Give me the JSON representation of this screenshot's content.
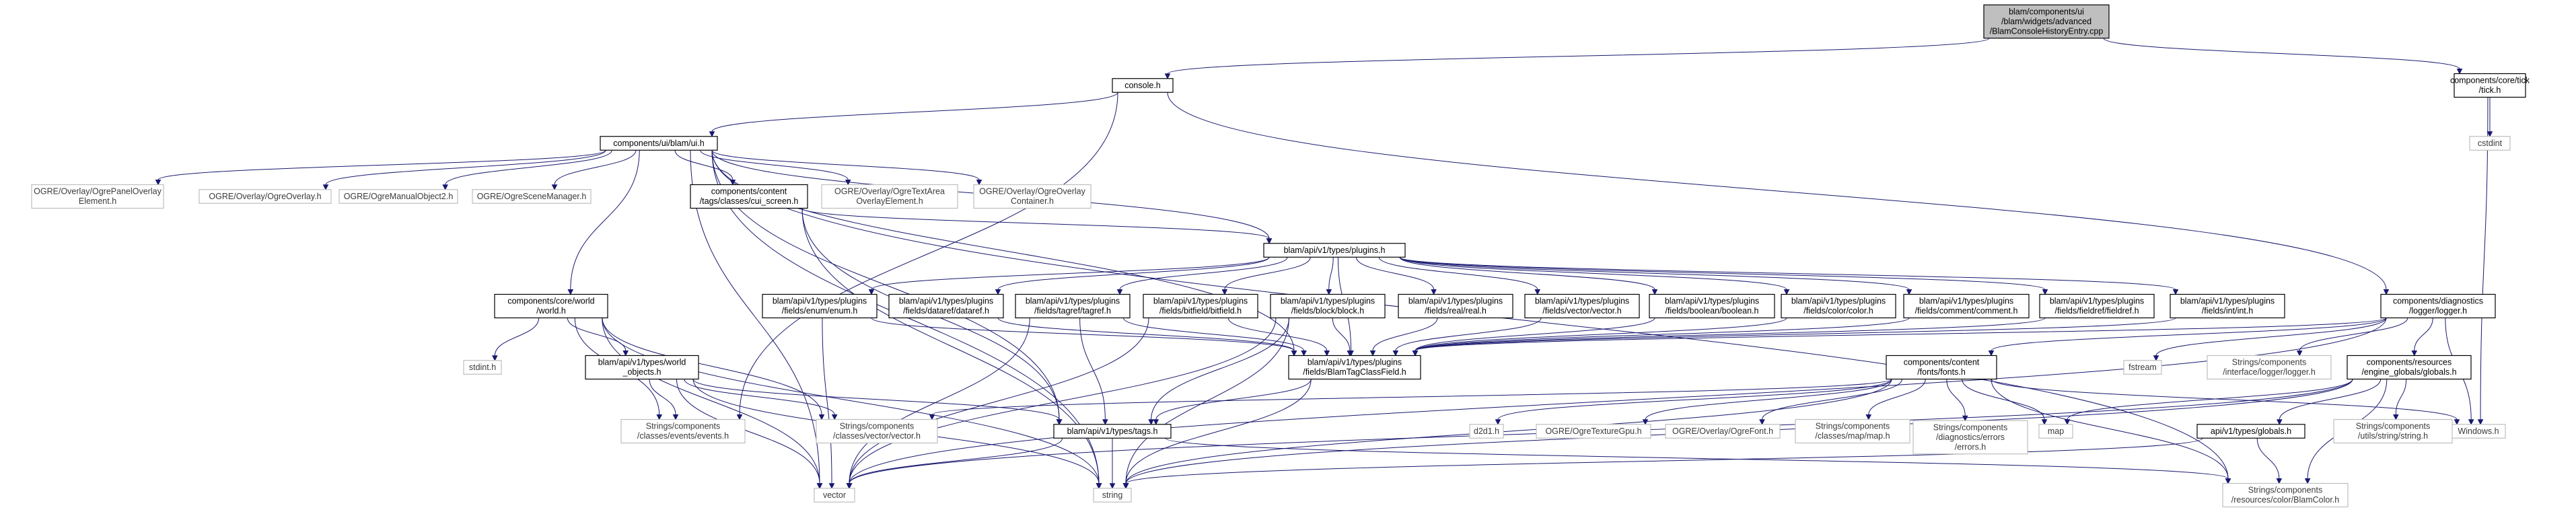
{
  "colors": {
    "edge": "#191970",
    "root_fill": "#bfbfbf",
    "node_border": "#000000",
    "leaf_border": "#bfbfbf"
  },
  "nodes": [
    {
      "id": "root",
      "lines": [
        "blam/components/ui",
        "/blam/widgets/advanced",
        "/BlamConsoleHistoryEntry.cpp"
      ],
      "kind": "root"
    },
    {
      "id": "console",
      "lines": [
        "console.h"
      ],
      "kind": "internal"
    },
    {
      "id": "tick",
      "lines": [
        "components/core/tick",
        "/tick.h"
      ],
      "kind": "internal"
    },
    {
      "id": "cstdint",
      "lines": [
        "cstdint"
      ],
      "kind": "leaf"
    },
    {
      "id": "ui",
      "lines": [
        "components/ui/blam/ui.h"
      ],
      "kind": "internal"
    },
    {
      "id": "panel",
      "lines": [
        "OGRE/Overlay/OgrePanelOverlay",
        "Element.h"
      ],
      "kind": "leaf"
    },
    {
      "id": "overlay",
      "lines": [
        "OGRE/Overlay/OgreOverlay.h"
      ],
      "kind": "leaf"
    },
    {
      "id": "manual",
      "lines": [
        "OGRE/OgreManualObject2.h"
      ],
      "kind": "leaf"
    },
    {
      "id": "scene",
      "lines": [
        "OGRE/OgreSceneManager.h"
      ],
      "kind": "leaf"
    },
    {
      "id": "cui",
      "lines": [
        "components/content",
        "/tags/classes/cui_screen.h"
      ],
      "kind": "internal"
    },
    {
      "id": "textarea",
      "lines": [
        "OGRE/Overlay/OgreTextArea",
        "OverlayElement.h"
      ],
      "kind": "leaf"
    },
    {
      "id": "container",
      "lines": [
        "OGRE/Overlay/OgreOverlay",
        "Container.h"
      ],
      "kind": "leaf"
    },
    {
      "id": "plugins",
      "lines": [
        "blam/api/v1/types/plugins.h"
      ],
      "kind": "internal"
    },
    {
      "id": "world",
      "lines": [
        "components/core/world",
        "/world.h"
      ],
      "kind": "internal"
    },
    {
      "id": "enum",
      "lines": [
        "blam/api/v1/types/plugins",
        "/fields/enum/enum.h"
      ],
      "kind": "internal"
    },
    {
      "id": "dataref",
      "lines": [
        "blam/api/v1/types/plugins",
        "/fields/dataref/dataref.h"
      ],
      "kind": "internal"
    },
    {
      "id": "tagref",
      "lines": [
        "blam/api/v1/types/plugins",
        "/fields/tagref/tagref.h"
      ],
      "kind": "internal"
    },
    {
      "id": "bitfield",
      "lines": [
        "blam/api/v1/types/plugins",
        "/fields/bitfield/bitfield.h"
      ],
      "kind": "internal"
    },
    {
      "id": "block",
      "lines": [
        "blam/api/v1/types/plugins",
        "/fields/block/block.h"
      ],
      "kind": "internal"
    },
    {
      "id": "real",
      "lines": [
        "blam/api/v1/types/plugins",
        "/fields/real/real.h"
      ],
      "kind": "internal"
    },
    {
      "id": "vectorf",
      "lines": [
        "blam/api/v1/types/plugins",
        "/fields/vector/vector.h"
      ],
      "kind": "internal"
    },
    {
      "id": "boolean",
      "lines": [
        "blam/api/v1/types/plugins",
        "/fields/boolean/boolean.h"
      ],
      "kind": "internal"
    },
    {
      "id": "color",
      "lines": [
        "blam/api/v1/types/plugins",
        "/fields/color/color.h"
      ],
      "kind": "internal"
    },
    {
      "id": "comment",
      "lines": [
        "blam/api/v1/types/plugins",
        "/fields/comment/comment.h"
      ],
      "kind": "internal"
    },
    {
      "id": "fieldref",
      "lines": [
        "blam/api/v1/types/plugins",
        "/fields/fieldref/fieldref.h"
      ],
      "kind": "internal"
    },
    {
      "id": "int",
      "lines": [
        "blam/api/v1/types/plugins",
        "/fields/int/int.h"
      ],
      "kind": "internal"
    },
    {
      "id": "logger",
      "lines": [
        "components/diagnostics",
        "/logger/logger.h"
      ],
      "kind": "internal"
    },
    {
      "id": "stdint",
      "lines": [
        "stdint.h"
      ],
      "kind": "leaf"
    },
    {
      "id": "objects",
      "lines": [
        "blam/api/v1/types/world",
        "_objects.h"
      ],
      "kind": "internal"
    },
    {
      "id": "classfield",
      "lines": [
        "blam/api/v1/types/plugins",
        "/fields/BlamTagClassField.h"
      ],
      "kind": "internal"
    },
    {
      "id": "fonts",
      "lines": [
        "components/content",
        "/fonts/fonts.h"
      ],
      "kind": "internal"
    },
    {
      "id": "fstream",
      "lines": [
        "fstream"
      ],
      "kind": "leaf"
    },
    {
      "id": "iflogger",
      "lines": [
        "Strings/components",
        "/interface/logger/logger.h"
      ],
      "kind": "leaf"
    },
    {
      "id": "globals",
      "lines": [
        "components/resources",
        "/engine_globals/globals.h"
      ],
      "kind": "internal"
    },
    {
      "id": "events",
      "lines": [
        "Strings/components",
        "/classes/events/events.h"
      ],
      "kind": "leaf"
    },
    {
      "id": "vectorh",
      "lines": [
        "Strings/components",
        "/classes/vector/vector.h"
      ],
      "kind": "leaf"
    },
    {
      "id": "tags",
      "lines": [
        "blam/api/v1/types/tags.h"
      ],
      "kind": "internal"
    },
    {
      "id": "d2d1",
      "lines": [
        "d2d1.h"
      ],
      "kind": "leaf"
    },
    {
      "id": "texgpu",
      "lines": [
        "OGRE/OgreTextureGpu.h"
      ],
      "kind": "leaf"
    },
    {
      "id": "ogrefont",
      "lines": [
        "OGRE/Overlay/OgreFont.h"
      ],
      "kind": "leaf"
    },
    {
      "id": "maph",
      "lines": [
        "Strings/components",
        "/classes/map/map.h"
      ],
      "kind": "leaf"
    },
    {
      "id": "errors",
      "lines": [
        "Strings/components",
        "/diagnostics/errors",
        "/errors.h"
      ],
      "kind": "leaf"
    },
    {
      "id": "map",
      "lines": [
        "map"
      ],
      "kind": "leaf"
    },
    {
      "id": "windows",
      "lines": [
        "Windows.h"
      ],
      "kind": "leaf"
    },
    {
      "id": "apiglobals",
      "lines": [
        "api/v1/types/globals.h"
      ],
      "kind": "internal"
    },
    {
      "id": "stringh",
      "lines": [
        "Strings/components",
        "/utils/string/string.h"
      ],
      "kind": "leaf"
    },
    {
      "id": "vector",
      "lines": [
        "vector"
      ],
      "kind": "leaf"
    },
    {
      "id": "string",
      "lines": [
        "string"
      ],
      "kind": "leaf"
    },
    {
      "id": "blamcolor",
      "lines": [
        "Strings/components",
        "/resources/color/BlamColor.h"
      ],
      "kind": "leaf"
    }
  ],
  "edges": [
    [
      "root",
      "console"
    ],
    [
      "root",
      "tick"
    ],
    [
      "tick",
      "cstdint"
    ],
    [
      "tick",
      "windows"
    ],
    [
      "console",
      "ui"
    ],
    [
      "console",
      "logger"
    ],
    [
      "console",
      "events"
    ],
    [
      "ui",
      "panel"
    ],
    [
      "ui",
      "overlay"
    ],
    [
      "ui",
      "manual"
    ],
    [
      "ui",
      "scene"
    ],
    [
      "ui",
      "cui"
    ],
    [
      "ui",
      "textarea"
    ],
    [
      "ui",
      "container"
    ],
    [
      "ui",
      "world"
    ],
    [
      "ui",
      "plugins"
    ],
    [
      "ui",
      "classfield"
    ],
    [
      "ui",
      "tags"
    ],
    [
      "ui",
      "vector"
    ],
    [
      "ui",
      "string"
    ],
    [
      "ui",
      "blamcolor"
    ],
    [
      "cui",
      "plugins"
    ],
    [
      "cui",
      "tags"
    ],
    [
      "cui",
      "string"
    ],
    [
      "plugins",
      "enum"
    ],
    [
      "plugins",
      "dataref"
    ],
    [
      "plugins",
      "tagref"
    ],
    [
      "plugins",
      "bitfield"
    ],
    [
      "plugins",
      "block"
    ],
    [
      "plugins",
      "real"
    ],
    [
      "plugins",
      "vectorf"
    ],
    [
      "plugins",
      "boolean"
    ],
    [
      "plugins",
      "color"
    ],
    [
      "plugins",
      "comment"
    ],
    [
      "plugins",
      "fieldref"
    ],
    [
      "plugins",
      "int"
    ],
    [
      "plugins",
      "classfield"
    ],
    [
      "enum",
      "classfield"
    ],
    [
      "enum",
      "vector"
    ],
    [
      "dataref",
      "classfield"
    ],
    [
      "tagref",
      "classfield"
    ],
    [
      "tagref",
      "tags"
    ],
    [
      "tagref",
      "vector"
    ],
    [
      "bitfield",
      "classfield"
    ],
    [
      "bitfield",
      "vector"
    ],
    [
      "block",
      "classfield"
    ],
    [
      "block",
      "tags"
    ],
    [
      "block",
      "vector"
    ],
    [
      "block",
      "string"
    ],
    [
      "real",
      "classfield"
    ],
    [
      "vectorf",
      "classfield"
    ],
    [
      "boolean",
      "classfield"
    ],
    [
      "color",
      "classfield"
    ],
    [
      "comment",
      "classfield"
    ],
    [
      "fieldref",
      "classfield"
    ],
    [
      "int",
      "classfield"
    ],
    [
      "world",
      "stdint"
    ],
    [
      "world",
      "objects"
    ],
    [
      "world",
      "events"
    ],
    [
      "world",
      "vectorh"
    ],
    [
      "world",
      "vector"
    ],
    [
      "world",
      "string"
    ],
    [
      "objects",
      "events"
    ],
    [
      "objects",
      "vectorh"
    ],
    [
      "objects",
      "tags"
    ],
    [
      "objects",
      "vector"
    ],
    [
      "objects",
      "string"
    ],
    [
      "classfield",
      "tags"
    ],
    [
      "classfield",
      "string"
    ],
    [
      "tags",
      "vector"
    ],
    [
      "tags",
      "string"
    ],
    [
      "tags",
      "blamcolor"
    ],
    [
      "logger",
      "classfield"
    ],
    [
      "logger",
      "fonts"
    ],
    [
      "logger",
      "fstream"
    ],
    [
      "logger",
      "iflogger"
    ],
    [
      "logger",
      "globals"
    ],
    [
      "logger",
      "windows"
    ],
    [
      "logger",
      "vector"
    ],
    [
      "fonts",
      "vectorh"
    ],
    [
      "fonts",
      "d2d1"
    ],
    [
      "fonts",
      "texgpu"
    ],
    [
      "fonts",
      "ogrefont"
    ],
    [
      "fonts",
      "maph"
    ],
    [
      "fonts",
      "errors"
    ],
    [
      "fonts",
      "map"
    ],
    [
      "fonts",
      "windows"
    ],
    [
      "fonts",
      "string"
    ],
    [
      "fonts",
      "blamcolor"
    ],
    [
      "globals",
      "map"
    ],
    [
      "globals",
      "apiglobals"
    ],
    [
      "globals",
      "stringh"
    ],
    [
      "globals",
      "string"
    ],
    [
      "globals",
      "blamcolor"
    ],
    [
      "globals",
      "vector"
    ],
    [
      "apiglobals",
      "string"
    ],
    [
      "apiglobals",
      "blamcolor"
    ]
  ]
}
